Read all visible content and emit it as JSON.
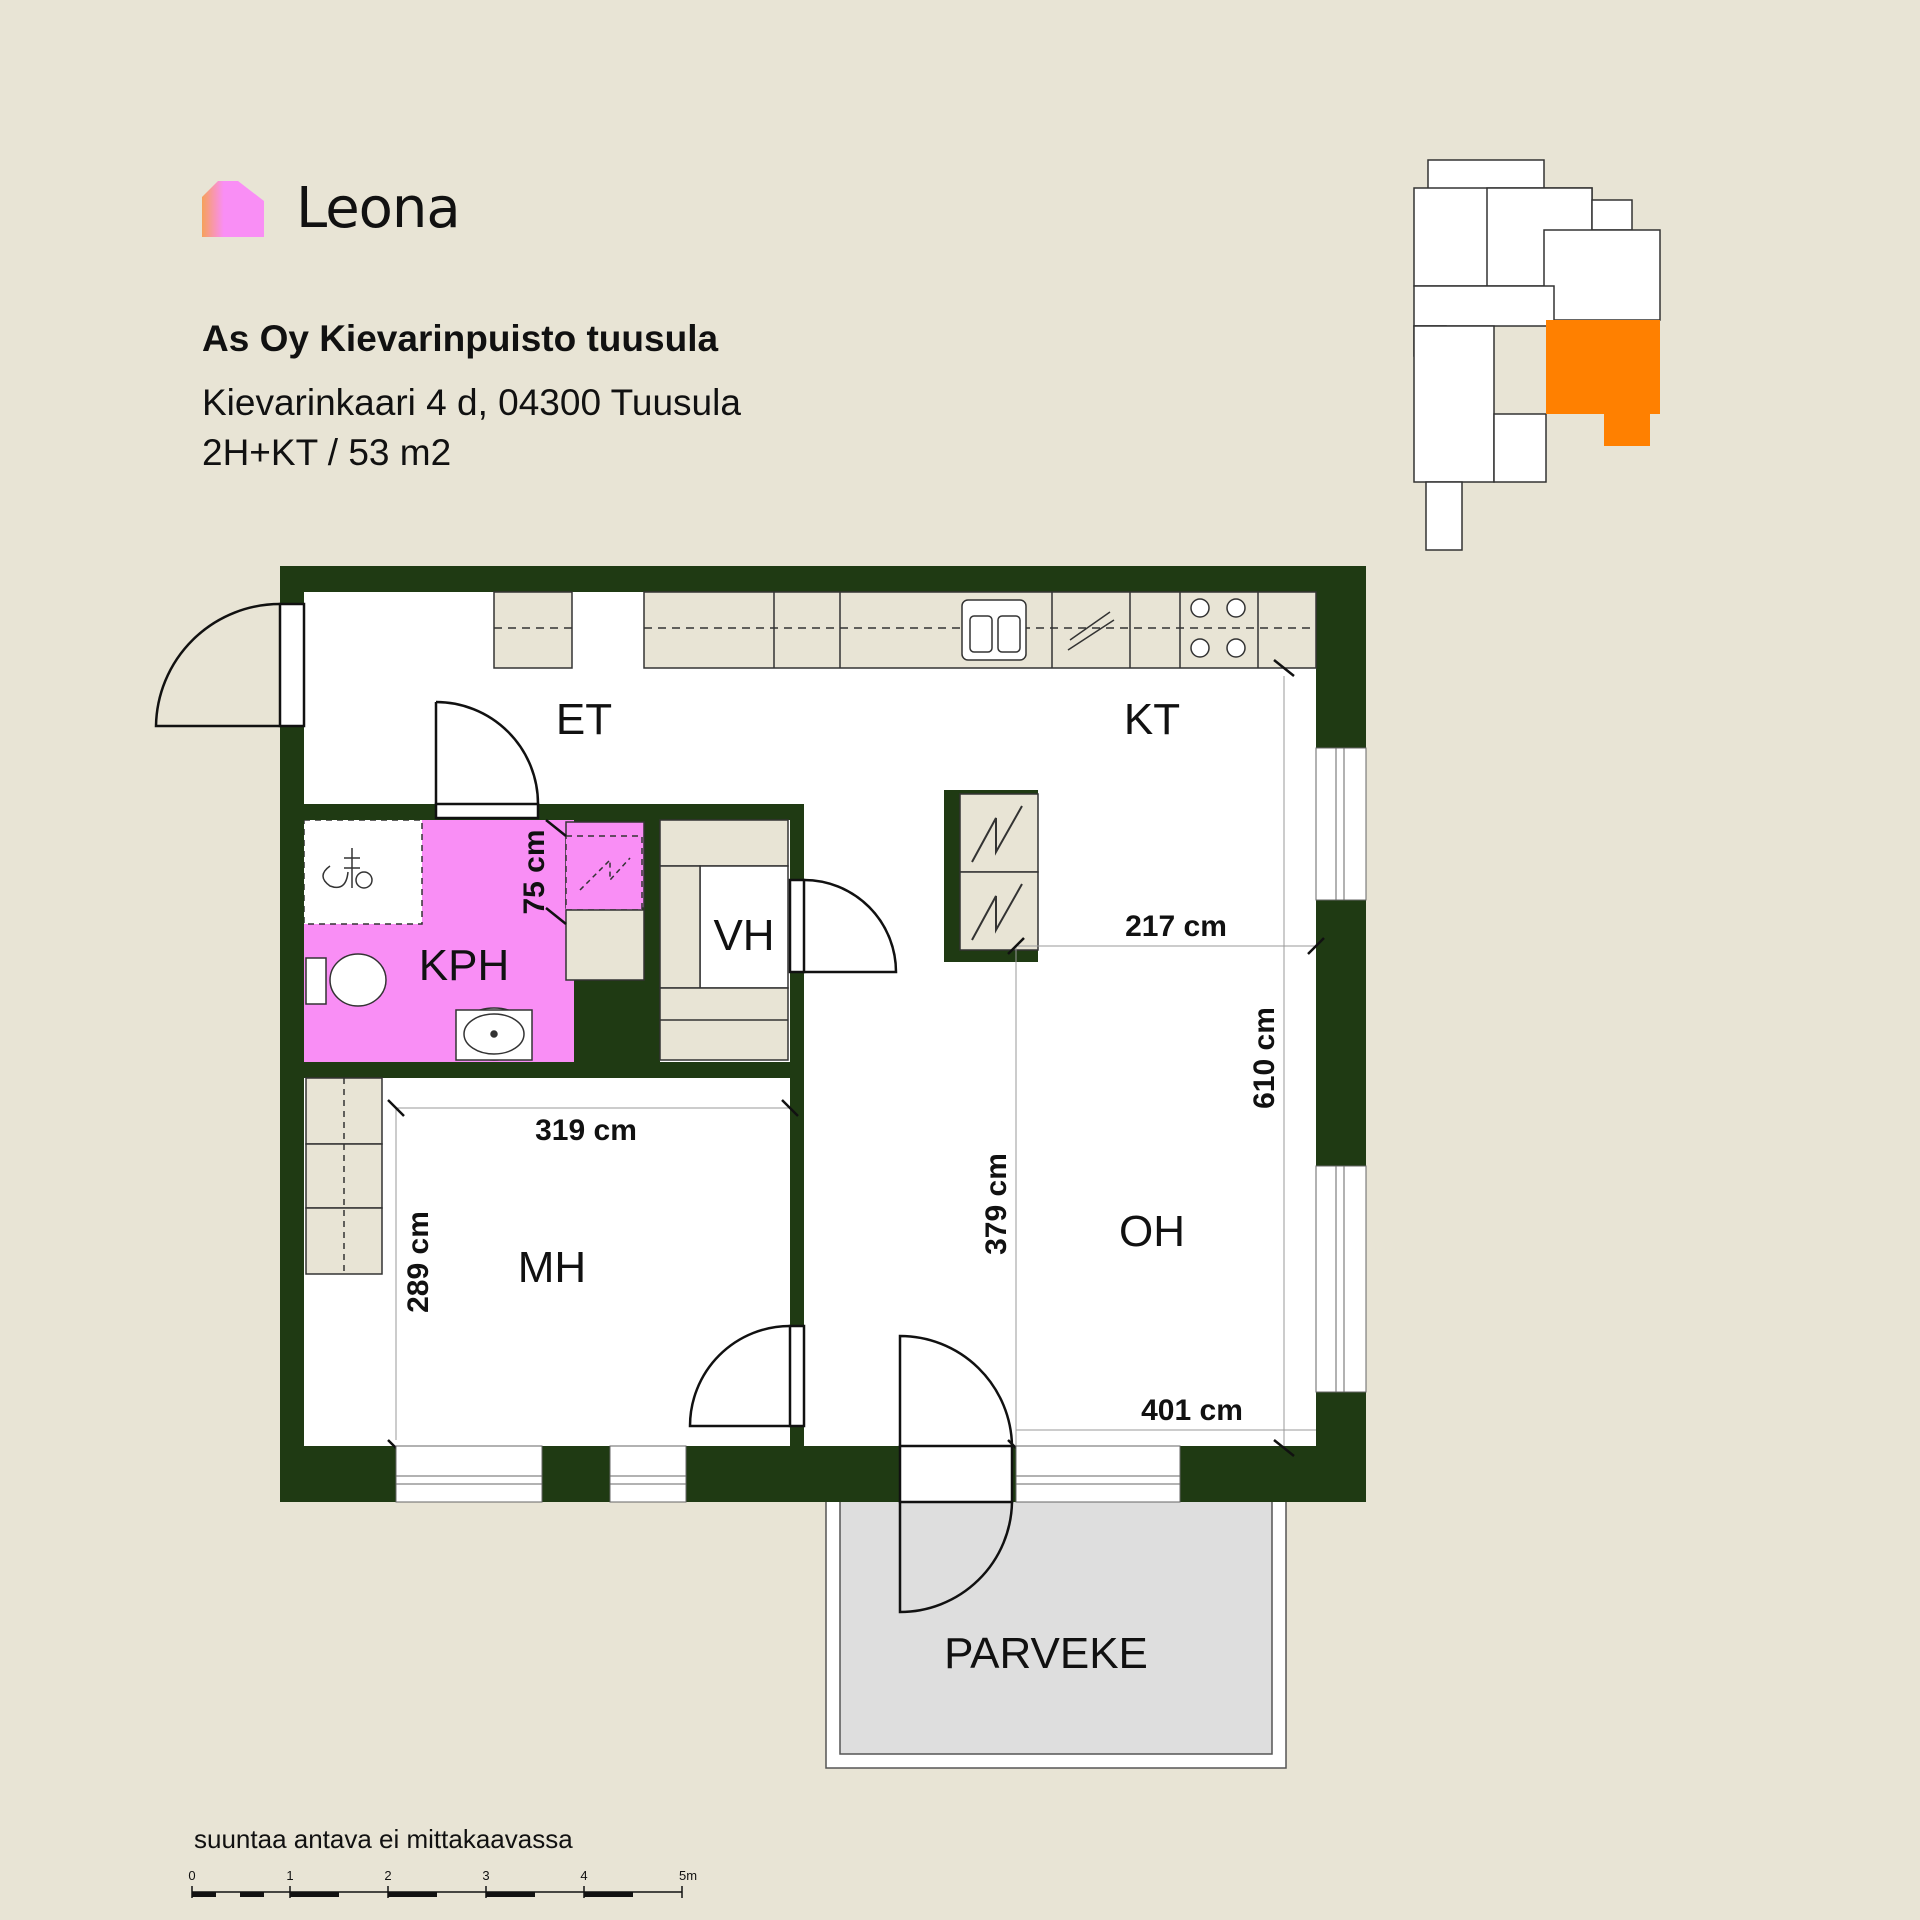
{
  "brand": {
    "name": "Leona"
  },
  "property": {
    "name": "As Oy Kievarinpuisto tuusula",
    "address": "Kievarinkaari 4 d, 04300 Tuusula",
    "type_size": "2H+KT / 53 m2"
  },
  "rooms": {
    "et": "ET",
    "kt": "KT",
    "kph": "KPH",
    "vh": "VH",
    "mh": "MH",
    "oh": "OH",
    "parveke": "PARVEKE"
  },
  "dimensions": {
    "kph_width": "75 cm",
    "kt_width": "217 cm",
    "oh_height": "610 cm",
    "mh_width": "319 cm",
    "mh_height": "289 cm",
    "hall_height": "379 cm",
    "oh_width": "401 cm"
  },
  "footer": {
    "note": "suuntaa antava ei mittakaavassa",
    "scale_labels": [
      "0",
      "1",
      "2",
      "3",
      "4",
      "5m"
    ]
  },
  "colors": {
    "background": "#e8e4d5",
    "wall": "#1f3a13",
    "bathroom": "#f98ef5",
    "highlight": "#ff8000",
    "balcony": "#dedede"
  }
}
